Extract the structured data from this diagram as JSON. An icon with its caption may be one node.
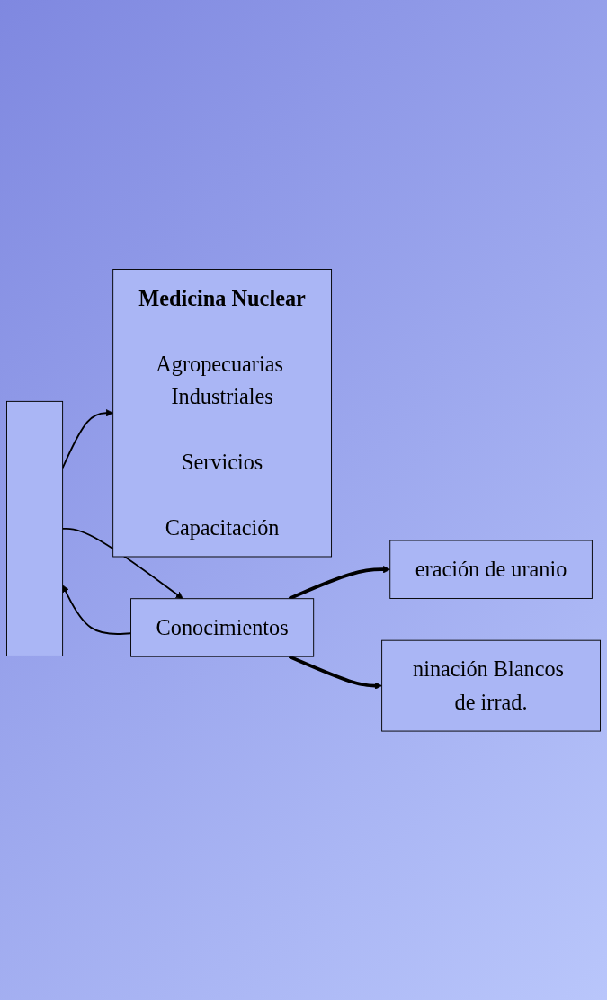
{
  "diagram": {
    "nodes": [
      {
        "text": [
          "eración de uranio"
        ]
      },
      {
        "text": [
          "ninación Blancos de irrad."
        ]
      },
      {
        "text": [],
        "shape": "box"
      },
      {
        "text": [
          "Medicina Nuclear",
          "Agropecuarias Industriales",
          "Servicios",
          "Capacitación"
        ]
      },
      {
        "text": [
          "Conocimientos"
        ]
      }
    ],
    "edges": [
      {
        "from": 2,
        "to": 3,
        "arrow": "to"
      },
      {
        "from": 2,
        "to": 4,
        "arrow": "to"
      },
      {
        "from": 4,
        "to": 2,
        "arrow": "to"
      },
      {
        "from": 4,
        "to": 0,
        "arrow": "to",
        "style": "thick"
      },
      {
        "from": 4,
        "to": 1,
        "arrow": "to",
        "style": "thick"
      }
    ]
  }
}
